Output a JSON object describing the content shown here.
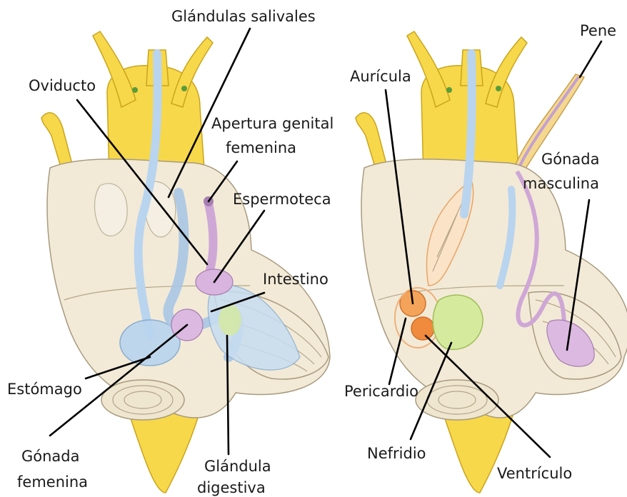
{
  "labels": {
    "glandulas_salivales": "Glándulas salivales",
    "oviducto": "Oviducto",
    "apertura_genital_1": "Apertura genital",
    "apertura_genital_2": "femenina",
    "espermoteca": "Espermoteca",
    "intestino": "Intestino",
    "estomago": "Estómago",
    "gonada_femenina_1": "Gónada",
    "gonada_femenina_2": "femenina",
    "glandula_digestiva_1": "Glándula",
    "glandula_digestiva_2": "digestiva",
    "pene": "Pene",
    "auricula": "Aurícula",
    "gonada_masculina_1": "Gónada",
    "gonada_masculina_2": "masculina",
    "pericardio": "Pericardio",
    "nefridio": "Nefridio",
    "ventriculo": "Ventrículo"
  },
  "colors": {
    "body": "#f7d84a",
    "shell": "#f2ead7",
    "digestive": "#b9d4ee",
    "reproductive": "#cfa7d6",
    "heart": "#f08a3c",
    "nephridium": "#c8e38a",
    "leader_line": "#000000"
  }
}
